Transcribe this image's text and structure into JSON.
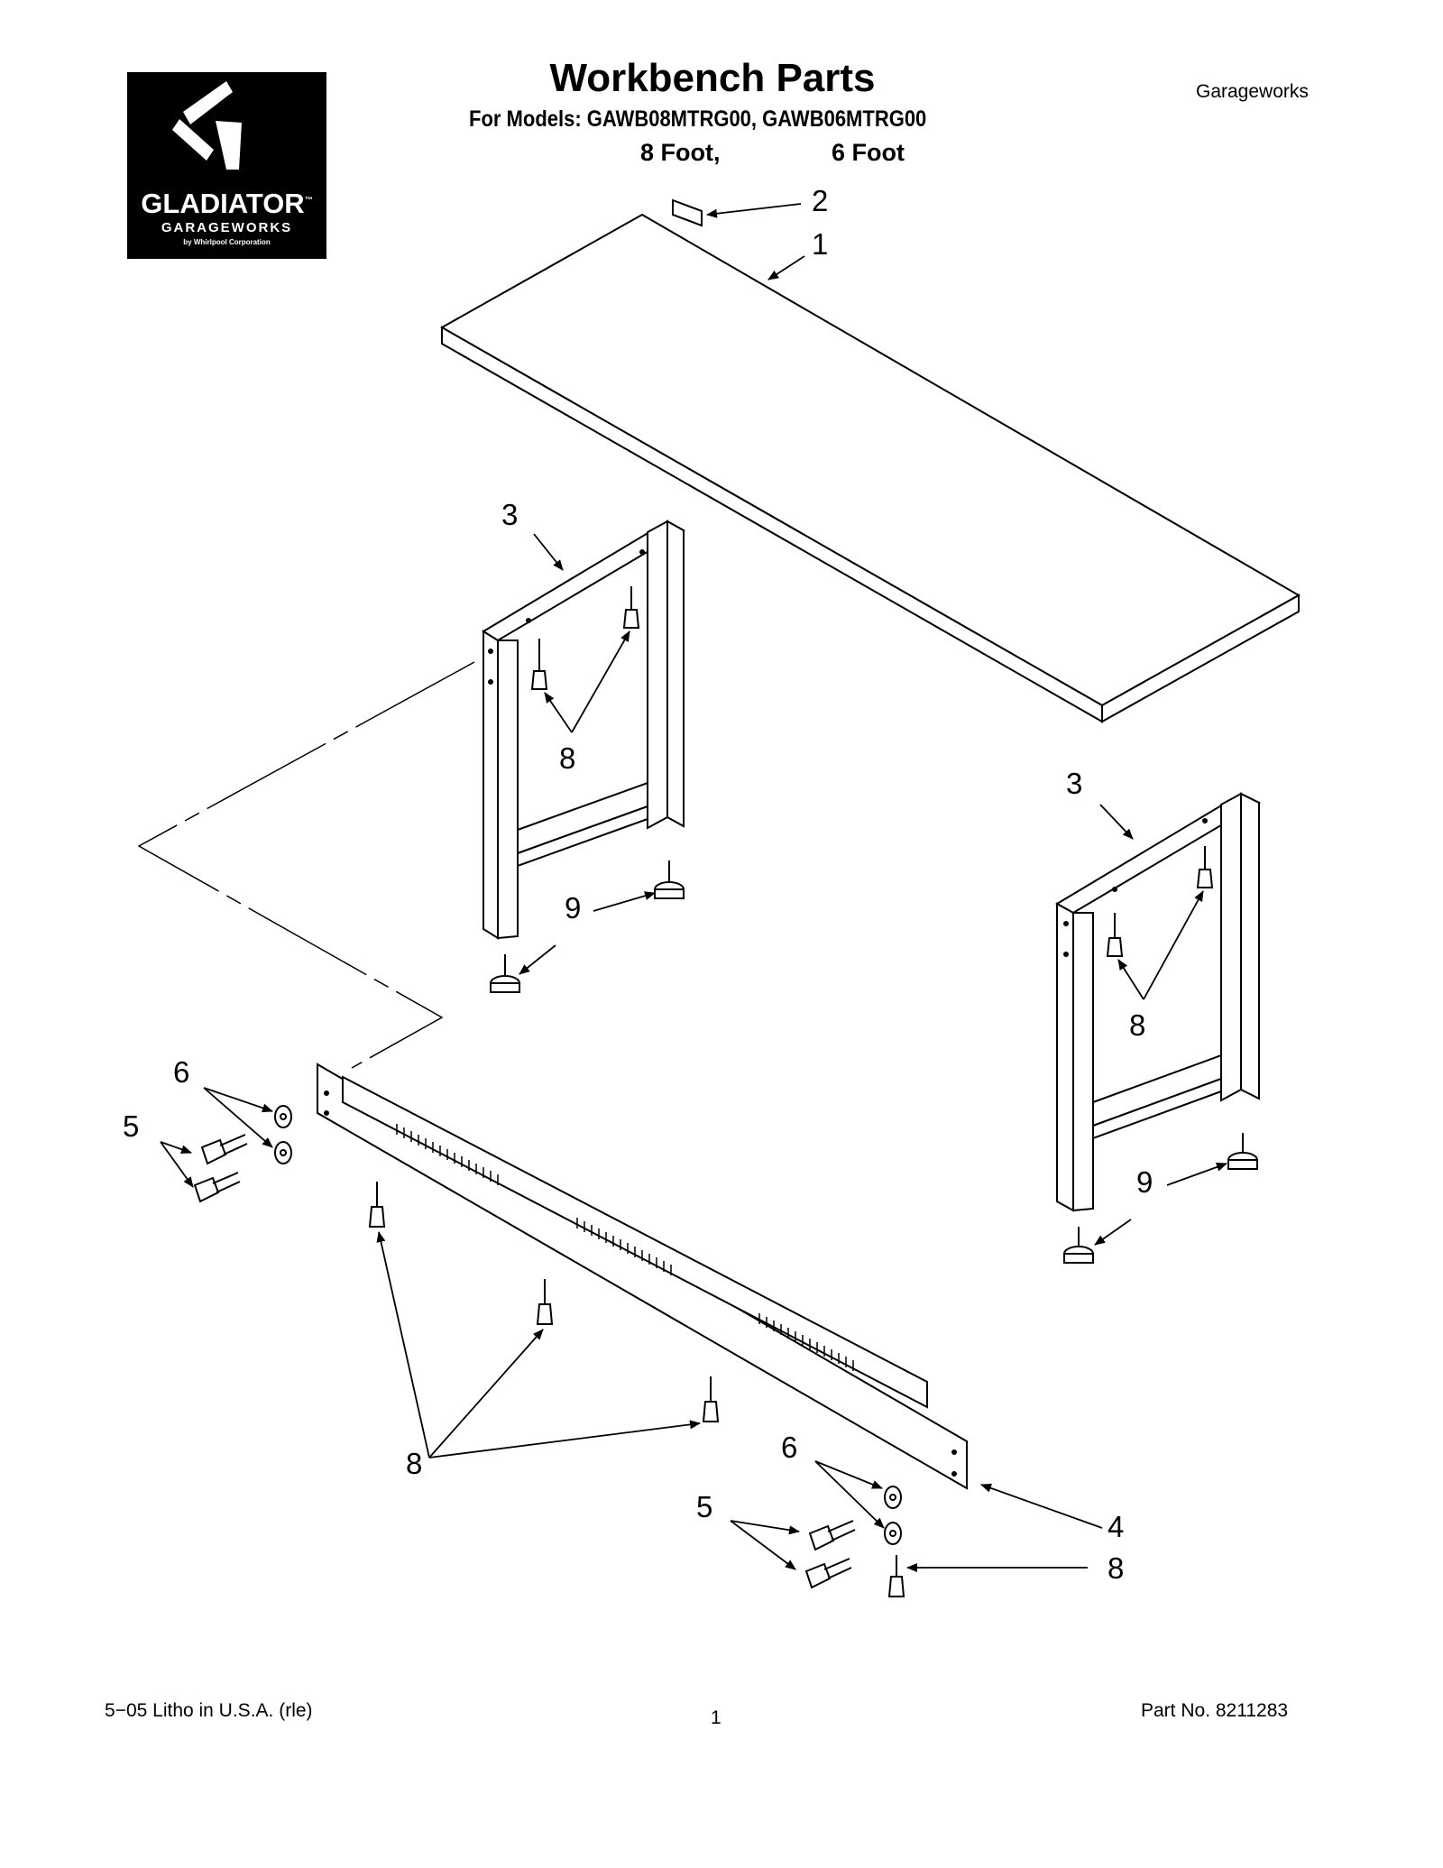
{
  "header": {
    "title": "Workbench Parts",
    "models": "For Models: GAWB08MTRG00, GAWB06MTRG00",
    "size_8": "8 Foot,",
    "size_6": "6 Foot",
    "brand": "Garageworks"
  },
  "logo": {
    "word1": "GLADIATOR",
    "tm": "™",
    "word2": "GARAGEWORKS",
    "word3": "by Whirlpool Corporation"
  },
  "callouts": {
    "c1": "1",
    "c2": "2",
    "c3a": "3",
    "c3b": "3",
    "c4": "4",
    "c5a": "5",
    "c5b": "5",
    "c6a": "6",
    "c6b": "6",
    "c8a": "8",
    "c8b": "8",
    "c8c": "8",
    "c8d": "8",
    "c9a": "9",
    "c9b": "9"
  },
  "footer": {
    "litho": "5−05 Litho in U.S.A. (rle)",
    "page": "1",
    "part_no": "Part No. 8211283"
  }
}
